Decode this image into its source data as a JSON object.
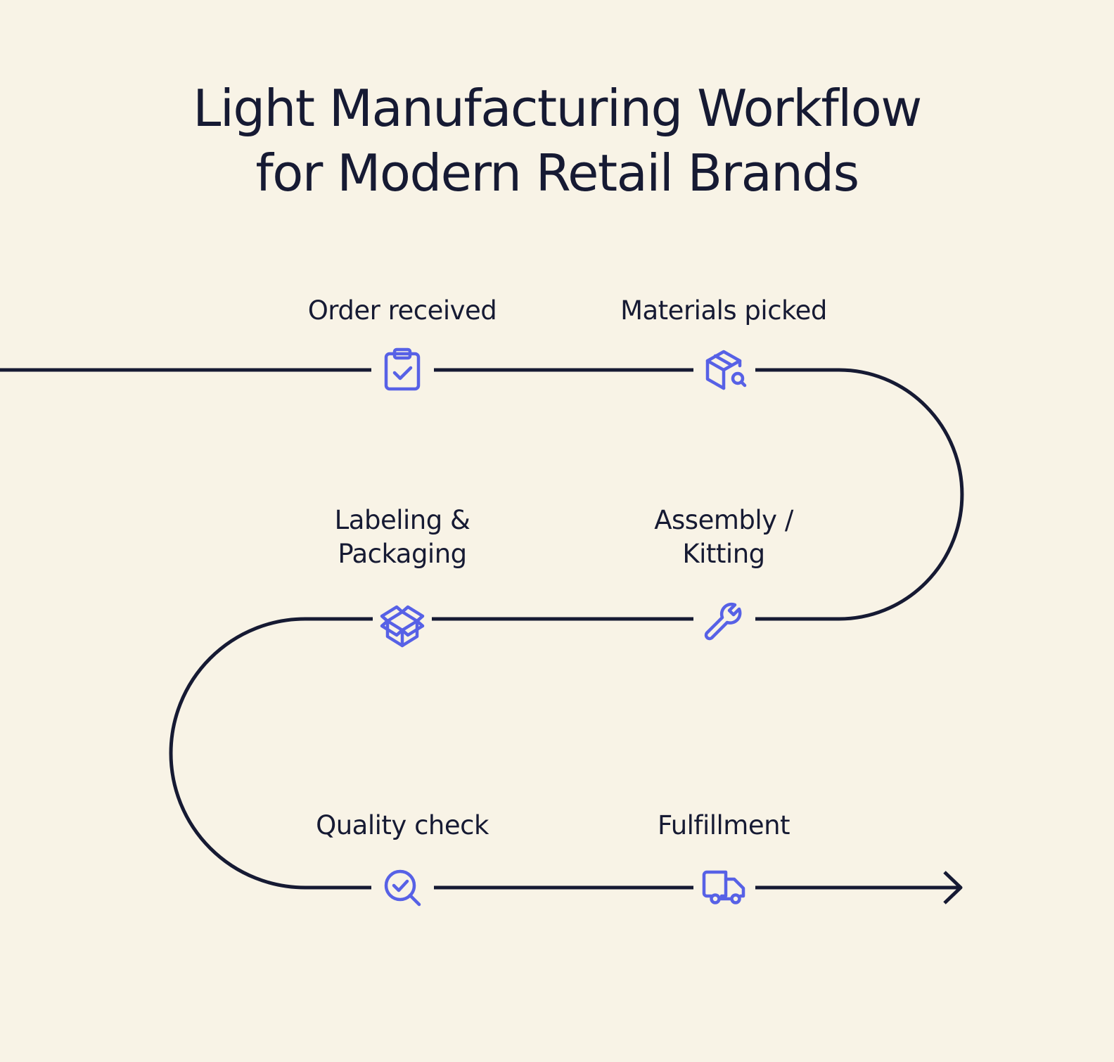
{
  "title": {
    "line1": "Light Manufacturing Workflow",
    "line2": "for Modern Retail Brands"
  },
  "colors": {
    "background": "#F8F3E6",
    "text": "#161A33",
    "line": "#161A33",
    "icon": "#5761E6"
  },
  "steps": [
    {
      "label_lines": [
        "Order received"
      ],
      "icon": "clipboard-check-icon"
    },
    {
      "label_lines": [
        "Materials picked"
      ],
      "icon": "package-search-icon"
    },
    {
      "label_lines": [
        "Assembly /",
        "Kitting"
      ],
      "icon": "wrench-icon"
    },
    {
      "label_lines": [
        "Labeling &",
        "Packaging"
      ],
      "icon": "open-box-icon"
    },
    {
      "label_lines": [
        "Quality check"
      ],
      "icon": "search-check-icon"
    },
    {
      "label_lines": [
        "Fulfillment"
      ],
      "icon": "truck-icon"
    }
  ]
}
